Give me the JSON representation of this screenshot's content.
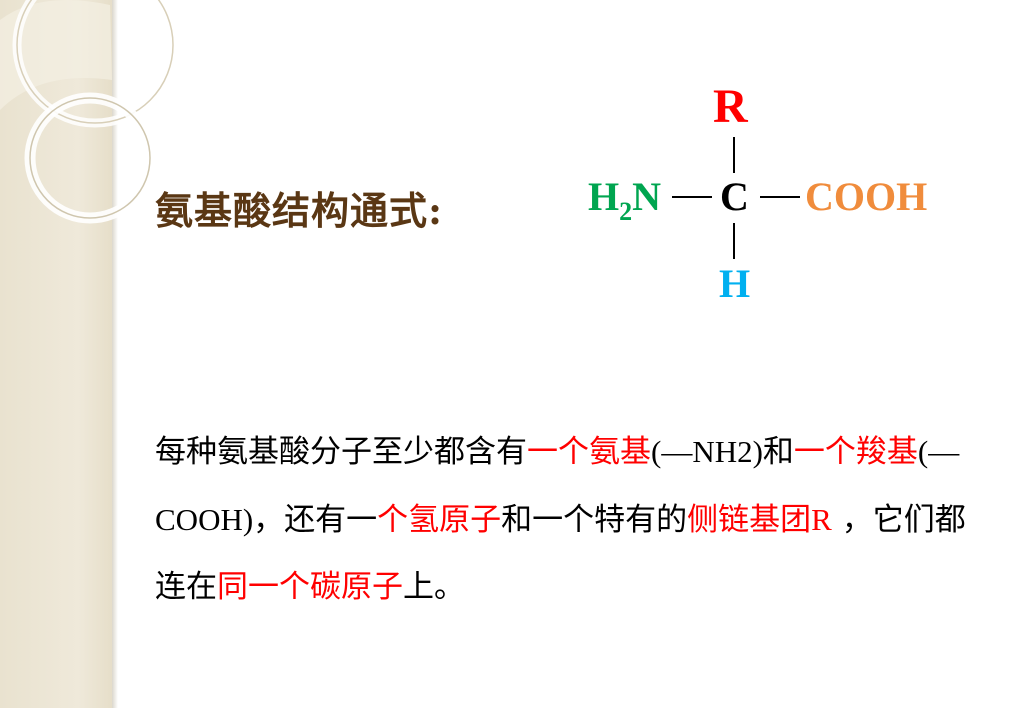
{
  "title": "氨基酸结构通式:",
  "formula": {
    "r_group": "R",
    "carbon": "C",
    "hydrogen": "H",
    "amino_prefix": "H",
    "amino_subscript": "2",
    "amino_suffix": "N",
    "carboxyl": "COOH"
  },
  "paragraph": {
    "s1": "每种氨基酸分子至少都含有",
    "s2": "一个氨基",
    "s3": "(—NH2)",
    "s4": "和",
    "s5": "一个羧基",
    "s6": "(—COOH)",
    "s7": "，还有一",
    "s8": "个氢原子",
    "s9": "和一个特有的",
    "s10": "侧链基团",
    "s11": "R",
    "s12": " ，它们都连在",
    "s13": "同一个碳原子",
    "s14": "上。"
  },
  "colors": {
    "title": "#5a3714",
    "highlight": "#ff0000",
    "r_group": "#ff0000",
    "amino": "#00a550",
    "carboxyl": "#f08c3c",
    "hydrogen": "#00b0f0"
  }
}
